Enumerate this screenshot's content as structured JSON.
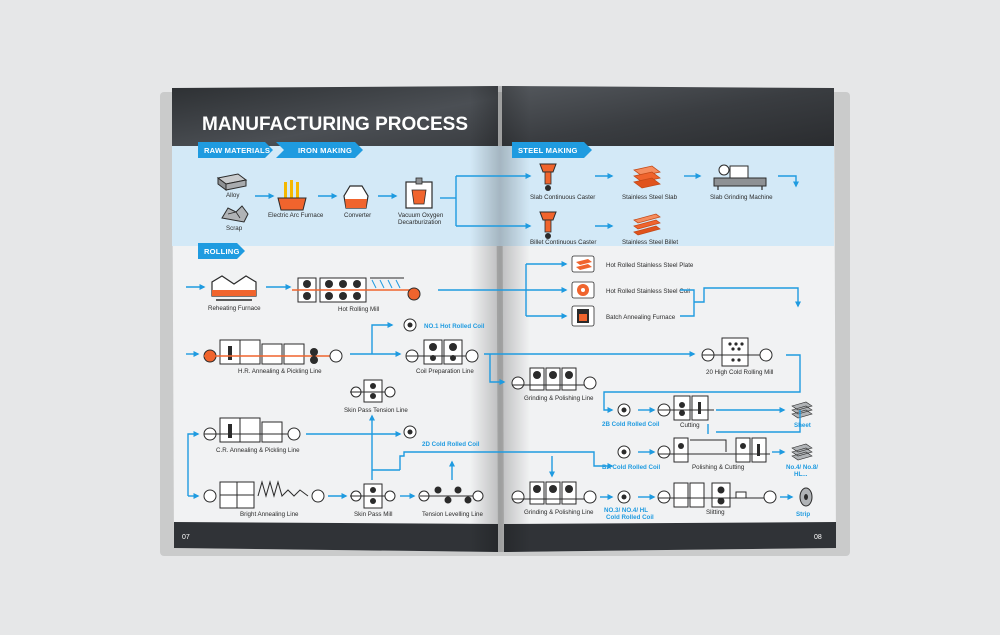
{
  "title": "MANUFACTURING PROCESS",
  "sections": {
    "raw_materials": "RAW MATERIALS",
    "iron_making": "IRON MAKING",
    "steel_making": "STEEL MAKING",
    "rolling": "ROLLING"
  },
  "labels": {
    "alloy": "Alloy",
    "scrap": "Scrap",
    "electric_arc_furnace": "Electric Arc Furnace",
    "converter": "Converter",
    "vod_1": "Vacuum Oxygen",
    "vod_2": "Decarburization",
    "slab_caster": "Slab Continuous Caster",
    "billet_caster": "Billet Continuous Caster",
    "steel_slab": "Stainless Steel Slab",
    "steel_billet": "Stainless Steel Billet",
    "slab_grinding": "Slab Grinding Machine",
    "reheating_furnace": "Reheating Furnace",
    "hot_rolling_mill": "Hot Rolling Mill",
    "hr_plate": "Hot Rolled Stainless Steel Plate",
    "hr_coil": "Hot Rolled Stainless Steel Coil",
    "batch_annealing": "Batch Annealing Furnace",
    "no1_coil": "NO.1 Hot Rolled Coil",
    "hr_annealing": "H.R. Annealing & Pickling Line",
    "coil_prep": "Coil Preparation Line",
    "cold_rolling_mill": "20 High Cold Rolling Mill",
    "grinding_polishing_1": "Grinding & Polishing Line",
    "skin_pass_tension": "Skin Pass Tension Line",
    "coil_2b": "2B Cold Rolled Coil",
    "cutting": "Cutting",
    "sheet": "Sheet",
    "coil_2d": "2D Cold Rolled Coil",
    "cr_annealing": "C.R. Annealing & Pickling Line",
    "coil_ba": "BA Cold Rolled Coil",
    "polishing_cutting": "Polishing & Cutting",
    "no4_1": "No.4/ No.8/",
    "no4_2": "HL...",
    "bright_annealing": "Bright Annealing Line",
    "skin_pass_mill": "Skin Pass Mill",
    "tension_levelling": "Tension Levelling Line",
    "grinding_polishing_2": "Grinding & Polishing Line",
    "coil_no3_1": "NO.3/ NO.4/ HL",
    "coil_no3_2": "Cold Rolled Coil",
    "slitting": "Slitting",
    "strip": "Strip"
  },
  "page_numbers": {
    "left": "07",
    "right": "08"
  },
  "colors": {
    "accent": "#1f9be0",
    "orange": "#f0642d",
    "band": "#d3e9f7",
    "dark": "#2b2b2b"
  }
}
